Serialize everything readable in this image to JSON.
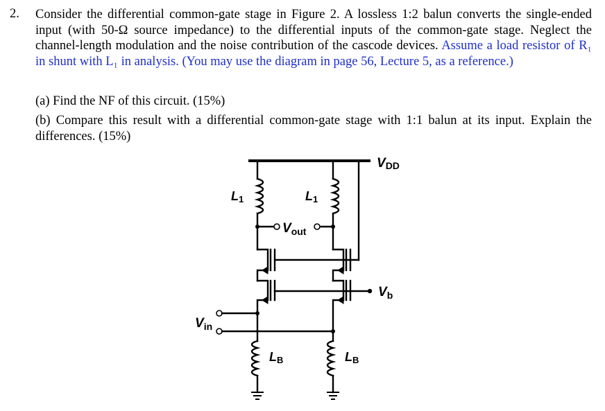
{
  "question": {
    "number": "2.",
    "text_black": "Consider the differential common-gate stage in Figure 2. A lossless 1:2 balun converts the single-ended input (with 50-Ω source impedance) to the differential inputs of the common-gate stage. Neglect the channel-length modulation and the noise contribution of the cascode devices.",
    "text_blue": "Assume a load resistor of R₁ in shunt with L₁ in analysis. (You may use the diagram in page 56, Lecture 5, as a reference.)",
    "part_a": "(a) Find the NF of this circuit. (15%)",
    "part_b": "(b) Compare this result with a differential common-gate stage with 1:1 balun at its input. Explain the differences. (15%)"
  },
  "circuit": {
    "vdd": {
      "main": "V",
      "sub": "DD"
    },
    "vout": {
      "main": "V",
      "sub": "out"
    },
    "vin": {
      "main": "V",
      "sub": "in"
    },
    "vb": {
      "main": "V",
      "sub": "b"
    },
    "l1_left": {
      "main": "L",
      "sub": "1"
    },
    "l1_right": {
      "main": "L",
      "sub": "1"
    },
    "lb_left": {
      "main": "L",
      "sub": "B"
    },
    "lb_right": {
      "main": "L",
      "sub": "B"
    }
  }
}
